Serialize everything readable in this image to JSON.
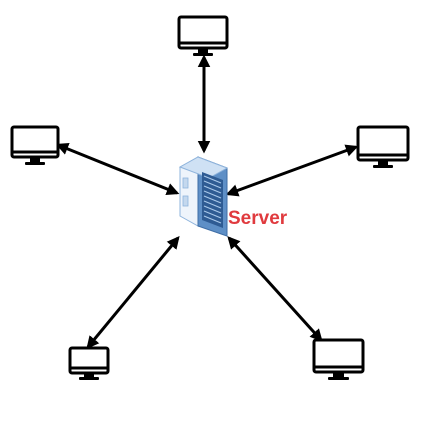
{
  "diagram": {
    "center_label": "Server",
    "center_icon": "server-rack-icon",
    "node_icon": "computer-monitor-icon",
    "node_count": 5,
    "link_style": "bidirectional-arrow"
  },
  "colors": {
    "label": "#e03a3e",
    "line": "#000000",
    "server_light": "#c9ddf2",
    "server_mid": "#8fb4dc",
    "server_dark": "#4f7fb6"
  }
}
